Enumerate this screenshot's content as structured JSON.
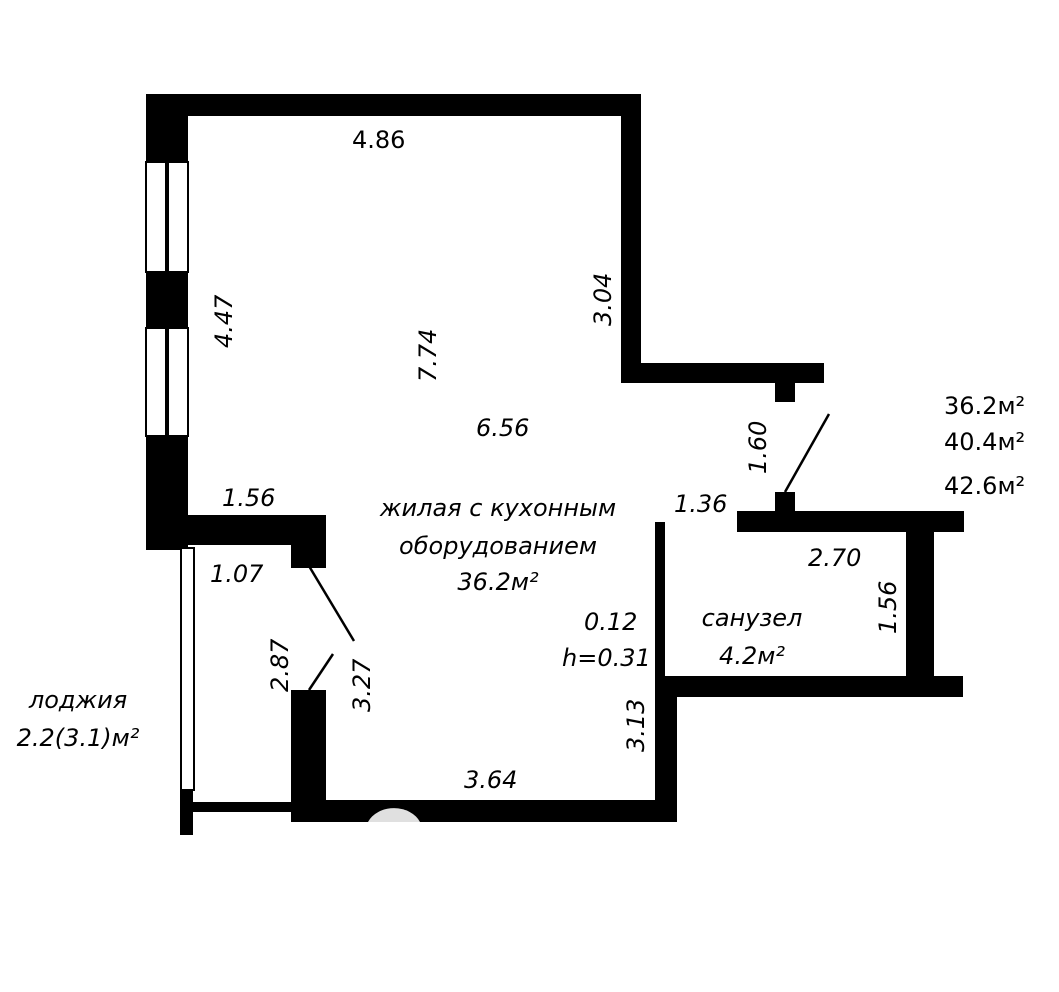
{
  "colors": {
    "wall": "#000000",
    "background": "#ffffff",
    "glazing": "#ffffff"
  },
  "totals": {
    "living": "36.2м²",
    "total": "40.4м²",
    "total_with_loggia": "42.6м²"
  },
  "rooms": {
    "living": {
      "line1": "жилая с кухонным",
      "line2": "оборудованием",
      "area": "36.2м²"
    },
    "bathroom": {
      "name": "санузел",
      "area": "4.2м²"
    },
    "loggia": {
      "name": "лоджия",
      "area": "2.2(3.1)м²"
    }
  },
  "dimensions": {
    "top": "4.86",
    "right_upper": "3.04",
    "left_window": "4.47",
    "diagonal": "7.74",
    "center": "6.56",
    "left_lower": "1.56",
    "recess": "1.07",
    "door_right": "1.60",
    "corridor": "1.36",
    "bath_width": "2.70",
    "bath_height": "1.56",
    "step": "0.12",
    "step_height": "h=0.31",
    "lower_left": "2.87",
    "lower_mid": "3.27",
    "lower_right": "3.13",
    "bottom": "3.64"
  }
}
